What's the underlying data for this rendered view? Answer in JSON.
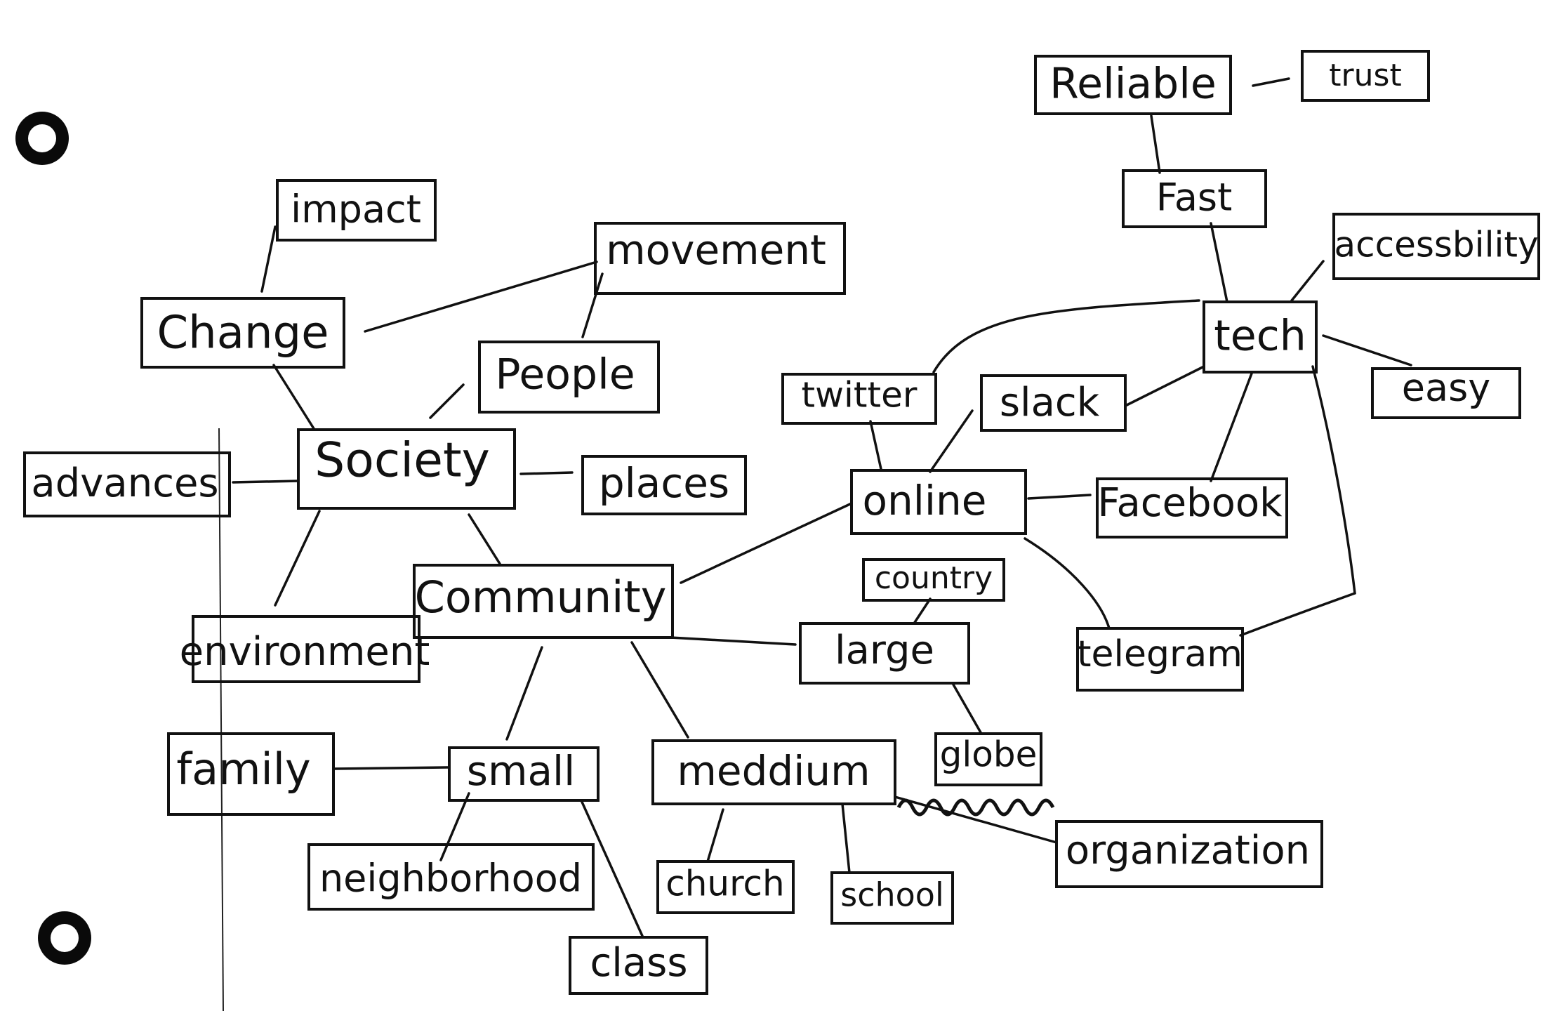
{
  "colors": {
    "ink": "#111111",
    "paper": "#ffffff"
  },
  "nodes": {
    "reliable": "Reliable",
    "trust": "trust",
    "fast": "Fast",
    "accessibility": "accessbility",
    "tech": "tech",
    "easy": "easy",
    "impact": "impact",
    "movement": "movement",
    "change": "Change",
    "people": "People",
    "twitter": "twitter",
    "slack": "slack",
    "society": "Society",
    "places": "places",
    "advances": "advances",
    "online": "online",
    "facebook": "Facebook",
    "community": "Community",
    "country": "country",
    "environment": "environment",
    "large": "large",
    "telegram": "telegram",
    "globe": "globe",
    "family": "family",
    "small": "small",
    "medium": "meddium",
    "organization": "organization",
    "neighborhood": "neighborhood",
    "church": "church",
    "school": "school",
    "class": "class"
  }
}
